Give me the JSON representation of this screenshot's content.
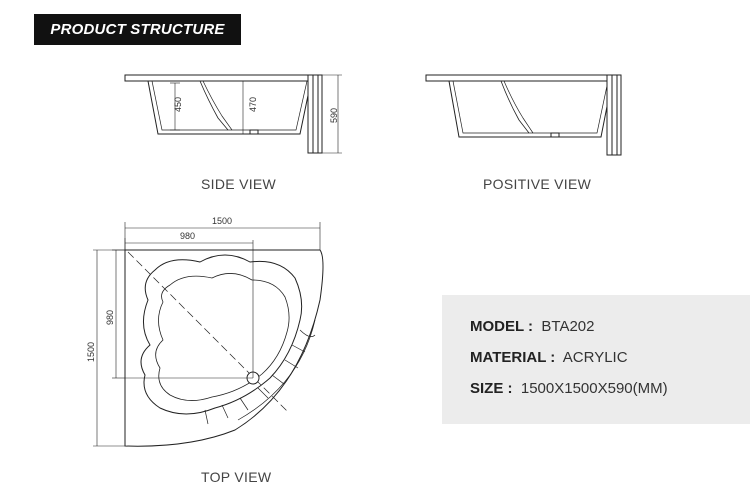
{
  "header": {
    "title": "PRODUCT STRUCTURE"
  },
  "side_view": {
    "caption": "SIDE VIEW",
    "dims": {
      "depth_inner": "450",
      "depth_mid": "470",
      "height_total": "590"
    }
  },
  "positive_view": {
    "caption": "POSITIVE VIEW"
  },
  "top_view": {
    "caption": "TOP VIEW",
    "dims": {
      "width_total": "1500",
      "width_inner": "980",
      "height_inner": "980",
      "height_total": "1500"
    }
  },
  "specs": {
    "model_label": "MODEL :",
    "model_value": "BTA202",
    "material_label": "MATERIAL :",
    "material_value": "ACRYLIC",
    "size_label": "SIZE :",
    "size_value": "1500X1500X590(MM)"
  },
  "colors": {
    "header_bg": "#111111",
    "spec_bg": "#ececec",
    "line": "#222222"
  }
}
